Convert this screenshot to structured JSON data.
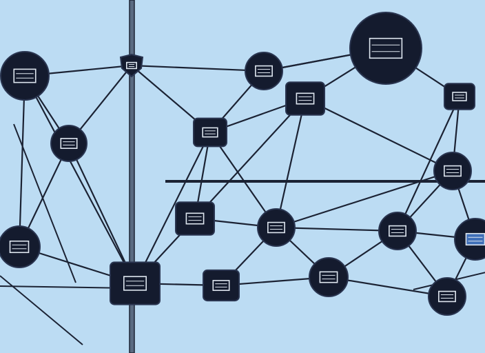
{
  "title": "",
  "colors": {
    "background": "#bcdcf3",
    "line": "#1b2233",
    "node_fill": "#141b2e",
    "screen": "#dfe7f0",
    "accent_blue": "#3f6fb8"
  },
  "nodes": [
    {
      "id": "laptop",
      "icon": "laptop-icon"
    },
    {
      "id": "shield",
      "icon": "shield-icon"
    },
    {
      "id": "display-small",
      "icon": "monitor-icon"
    },
    {
      "id": "router-large",
      "icon": "router-icon"
    },
    {
      "id": "server-panel",
      "icon": "server-icon"
    },
    {
      "id": "printer",
      "icon": "printer-icon"
    },
    {
      "id": "list-node",
      "icon": "document-icon"
    },
    {
      "id": "book-node",
      "icon": "book-icon"
    },
    {
      "id": "hourglass-node",
      "icon": "hourglass-icon"
    },
    {
      "id": "window-node",
      "icon": "window-icon"
    },
    {
      "id": "dome-node",
      "icon": "cloud-icon"
    },
    {
      "id": "panel-node",
      "icon": "panel-icon"
    },
    {
      "id": "blue-node",
      "icon": "device-icon"
    },
    {
      "id": "headset-node",
      "icon": "headset-icon"
    },
    {
      "id": "computer-box",
      "icon": "computer-icon"
    },
    {
      "id": "storage-node",
      "icon": "storage-icon"
    },
    {
      "id": "phone-node",
      "icon": "phone-icon"
    },
    {
      "id": "wifi-lock-node",
      "icon": "wifi-lock-icon"
    }
  ]
}
